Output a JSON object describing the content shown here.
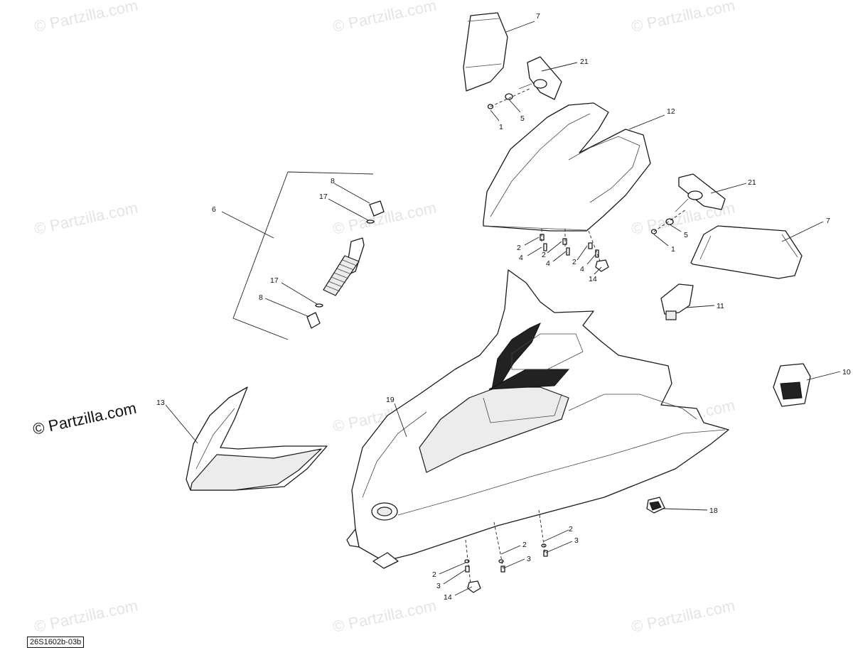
{
  "diagram": {
    "drawing_id": "26S1602b-03b",
    "watermark": "© Partzilla.com",
    "callouts": [
      {
        "id": "c7a",
        "label": "7"
      },
      {
        "id": "c21a",
        "label": "21"
      },
      {
        "id": "c1a",
        "label": "1"
      },
      {
        "id": "c5a",
        "label": "5"
      },
      {
        "id": "c12",
        "label": "12"
      },
      {
        "id": "c21b",
        "label": "21"
      },
      {
        "id": "c5b",
        "label": "5"
      },
      {
        "id": "c1b",
        "label": "1"
      },
      {
        "id": "c7b",
        "label": "7"
      },
      {
        "id": "c2a",
        "label": "2"
      },
      {
        "id": "c4a",
        "label": "4"
      },
      {
        "id": "c2b",
        "label": "2"
      },
      {
        "id": "c4b",
        "label": "4"
      },
      {
        "id": "c2c",
        "label": "2"
      },
      {
        "id": "c4c",
        "label": "4"
      },
      {
        "id": "c14a",
        "label": "14"
      },
      {
        "id": "c11",
        "label": "11"
      },
      {
        "id": "c10",
        "label": "10"
      },
      {
        "id": "c6",
        "label": "6"
      },
      {
        "id": "c8a",
        "label": "8"
      },
      {
        "id": "c17a",
        "label": "17"
      },
      {
        "id": "c17b",
        "label": "17"
      },
      {
        "id": "c8b",
        "label": "8"
      },
      {
        "id": "c13",
        "label": "13"
      },
      {
        "id": "c19",
        "label": "19"
      },
      {
        "id": "c18",
        "label": "18"
      },
      {
        "id": "c2d",
        "label": "2"
      },
      {
        "id": "c3a",
        "label": "3"
      },
      {
        "id": "c2e",
        "label": "2"
      },
      {
        "id": "c3b",
        "label": "3"
      },
      {
        "id": "c2f",
        "label": "2"
      },
      {
        "id": "c3c",
        "label": "3"
      },
      {
        "id": "c14b",
        "label": "14"
      }
    ]
  }
}
